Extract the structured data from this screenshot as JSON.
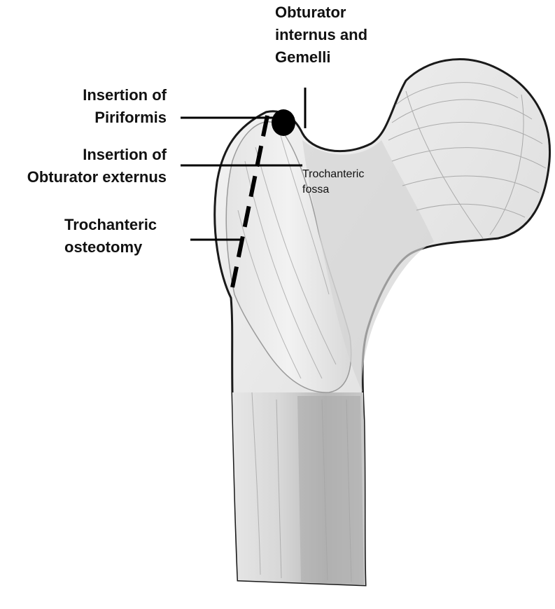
{
  "labels": {
    "obturator_internus": [
      "Obturator",
      "internus and",
      "Gemelli"
    ],
    "piriformis": [
      "Insertion of",
      "Piriformis"
    ],
    "obturator_externus": [
      "Insertion of",
      "Obturator externus"
    ],
    "osteotomy": [
      "Trochanteric",
      "osteotomy"
    ],
    "fossa": [
      "Trochanteric",
      "fossa"
    ]
  },
  "colors": {
    "ink": "#111111",
    "bone": "#e9e9e9",
    "shaft": "#c8c8c8"
  }
}
